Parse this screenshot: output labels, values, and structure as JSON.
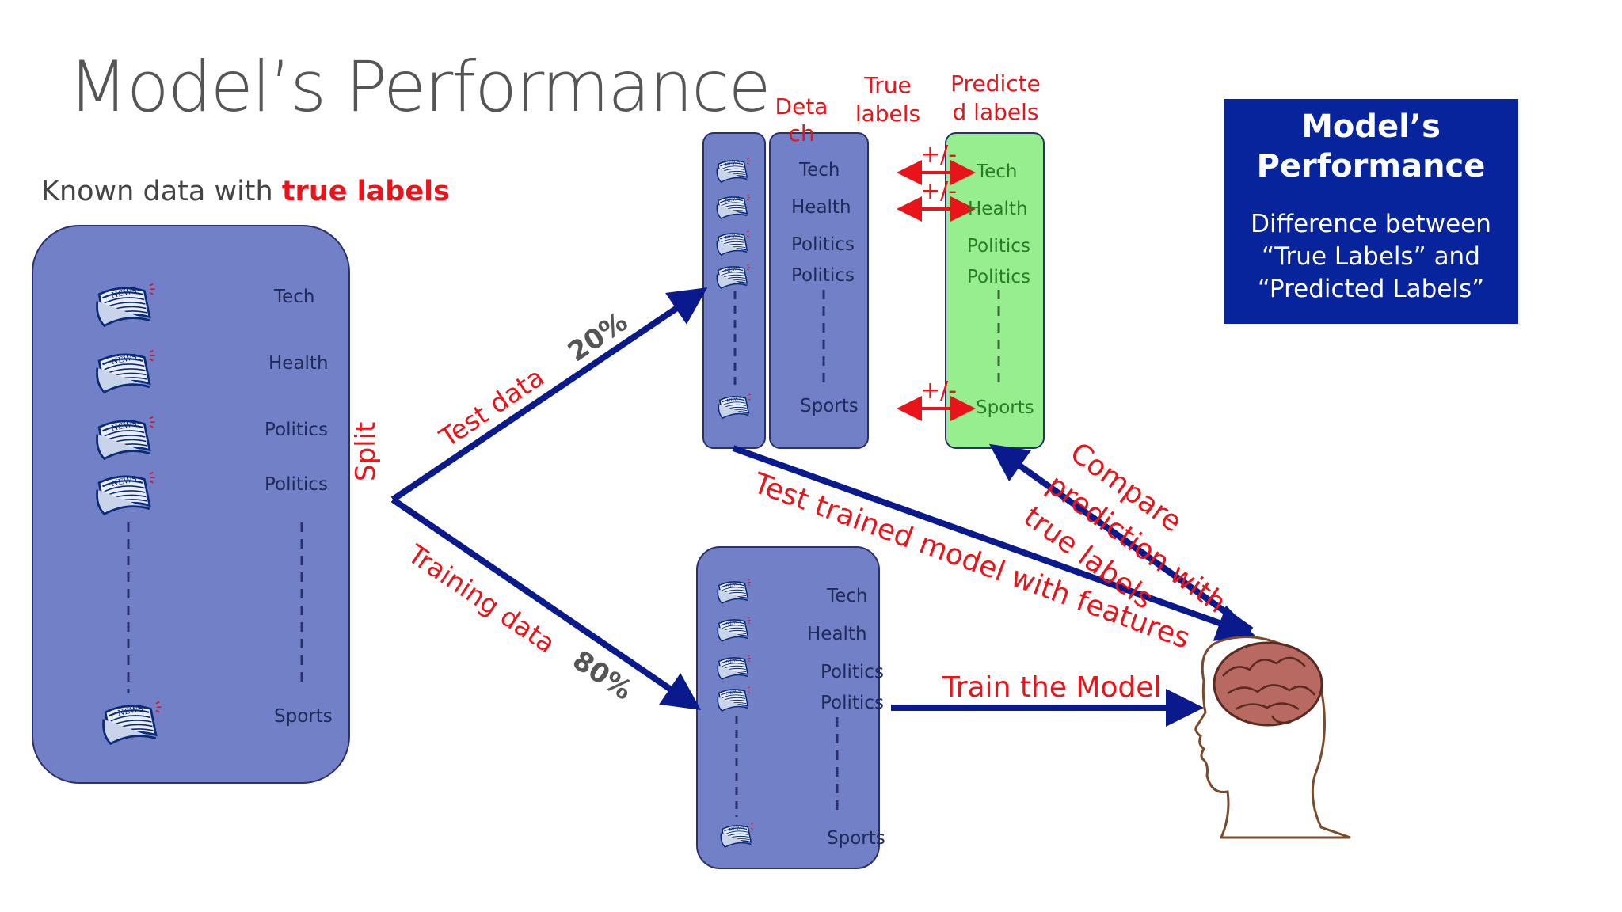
{
  "slide": {
    "title": "Model’s Performance",
    "subtitle_prefix": "Known data with ",
    "subtitle_highlight": "true labels"
  },
  "known_data": {
    "labels": [
      "Tech",
      "Health",
      "Politics",
      "Politics",
      "Sports"
    ]
  },
  "split": {
    "split_label": "Split",
    "test_label": "Test data",
    "test_pct": "20%",
    "train_label": "Training data",
    "train_pct": "80%"
  },
  "test_set": {
    "detach_header": "Detach",
    "true_labels_header": "True labels",
    "predicted_labels_header": "Predicted labels",
    "true_labels": [
      "Tech",
      "Health",
      "Politics",
      "Politics",
      "Sports"
    ],
    "predicted_labels": [
      "Tech",
      "Health",
      "Politics",
      "Politics",
      "Sports"
    ],
    "diff_marker": "+/-"
  },
  "training_set": {
    "labels": [
      "Tech",
      "Health",
      "Politics",
      "Politics",
      "Sports"
    ]
  },
  "arrows": {
    "test_trained": "Test trained model with features",
    "compare": "Compare prediction with true labels",
    "train": "Train the Model"
  },
  "info_box": {
    "title": "Model’s Performance",
    "description": "Difference between “True Labels” and “Predicted Labels”"
  },
  "colors": {
    "panel": "#7280c8",
    "arrow": "#0a1a8c",
    "accent_red": "#e8141a",
    "predicted_bg": "#96ee8e",
    "info_bg": "#07249c"
  },
  "icons": {
    "document": "newspaper-icon",
    "model": "brain-head-icon"
  }
}
